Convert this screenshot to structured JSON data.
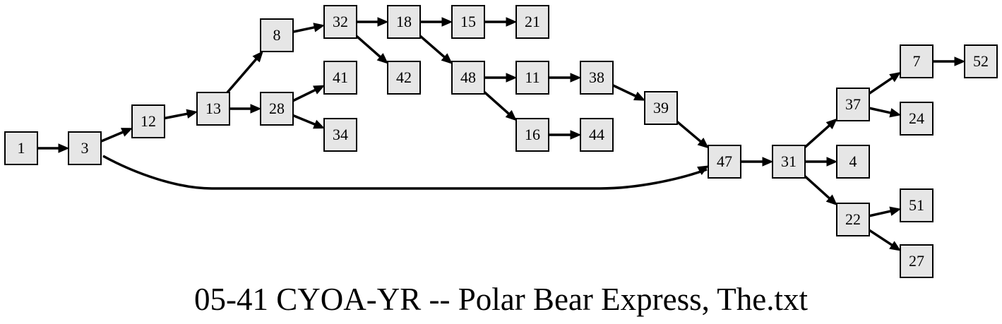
{
  "caption": "05-41 CYOA-YR -- Polar Bear Express, The.txt",
  "colors": {
    "node_fill": "#e6e6e6",
    "node_stroke": "#000000",
    "edge": "#000000"
  },
  "nodes": [
    "1",
    "3",
    "12",
    "13",
    "8",
    "28",
    "32",
    "41",
    "34",
    "18",
    "42",
    "15",
    "48",
    "21",
    "11",
    "16",
    "38",
    "44",
    "39",
    "47",
    "31",
    "37",
    "4",
    "22",
    "7",
    "24",
    "51",
    "27",
    "52"
  ],
  "edges": [
    [
      "1",
      "3"
    ],
    [
      "3",
      "12"
    ],
    [
      "3",
      "47"
    ],
    [
      "12",
      "13"
    ],
    [
      "13",
      "8"
    ],
    [
      "13",
      "28"
    ],
    [
      "8",
      "32"
    ],
    [
      "28",
      "41"
    ],
    [
      "28",
      "34"
    ],
    [
      "32",
      "18"
    ],
    [
      "32",
      "42"
    ],
    [
      "18",
      "15"
    ],
    [
      "18",
      "48"
    ],
    [
      "15",
      "21"
    ],
    [
      "48",
      "11"
    ],
    [
      "48",
      "16"
    ],
    [
      "11",
      "38"
    ],
    [
      "16",
      "44"
    ],
    [
      "38",
      "39"
    ],
    [
      "39",
      "47"
    ],
    [
      "47",
      "31"
    ],
    [
      "31",
      "37"
    ],
    [
      "31",
      "4"
    ],
    [
      "31",
      "22"
    ],
    [
      "37",
      "7"
    ],
    [
      "37",
      "24"
    ],
    [
      "22",
      "51"
    ],
    [
      "22",
      "27"
    ],
    [
      "7",
      "52"
    ]
  ]
}
